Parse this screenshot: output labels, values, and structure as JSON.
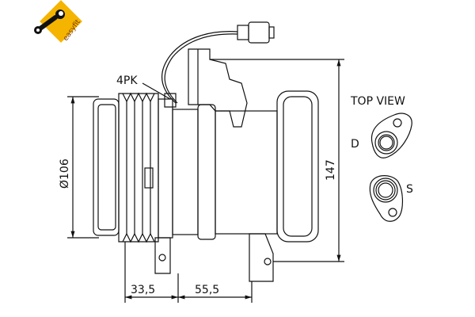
{
  "logo": {
    "text": "easyfit",
    "color": "#f5b400"
  },
  "labels": {
    "belt": "4PK",
    "diameter": "Ø106",
    "height": "147",
    "dim_front": "33,5",
    "dim_body": "55,5",
    "top_view": "TOP VIEW",
    "discharge": "D",
    "suction": "S"
  }
}
